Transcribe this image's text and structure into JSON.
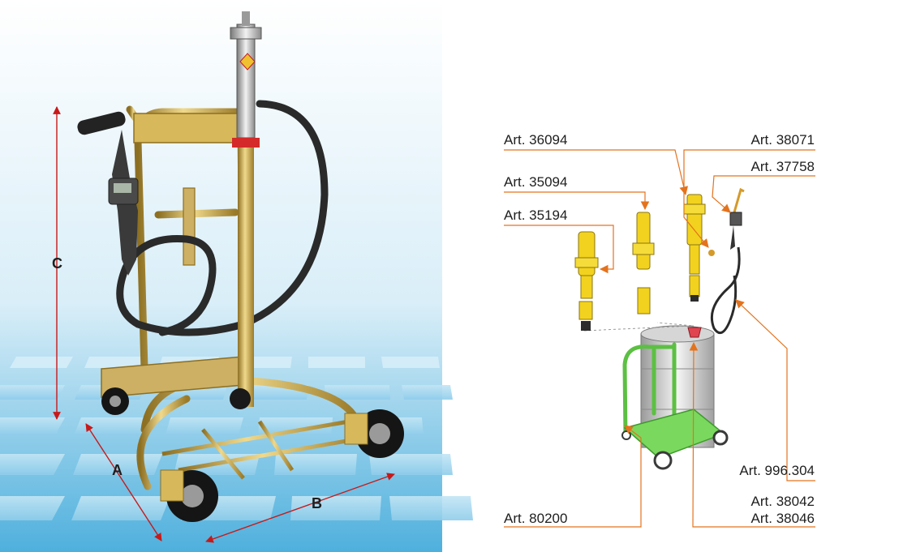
{
  "dimension_labels": {
    "a": "A",
    "b": "B",
    "c": "C"
  },
  "part_labels": {
    "art_36094": "Art. 36094",
    "art_38071": "Art. 38071",
    "art_37758": "Art. 37758",
    "art_35094": "Art. 35094",
    "art_35194": "Art. 35194",
    "art_996304": "Art. 996.304",
    "art_38042": "Art. 38042",
    "art_38046": "Art. 38046",
    "art_80200": "Art. 80200"
  },
  "colors": {
    "leader": "#e4731d",
    "dimension": "#c81919",
    "pump_yellow": "#f2d21e",
    "trolley_green": "#5cc043",
    "brass_frame": "#c9a645",
    "floor_tile": "#7fc4e6"
  }
}
